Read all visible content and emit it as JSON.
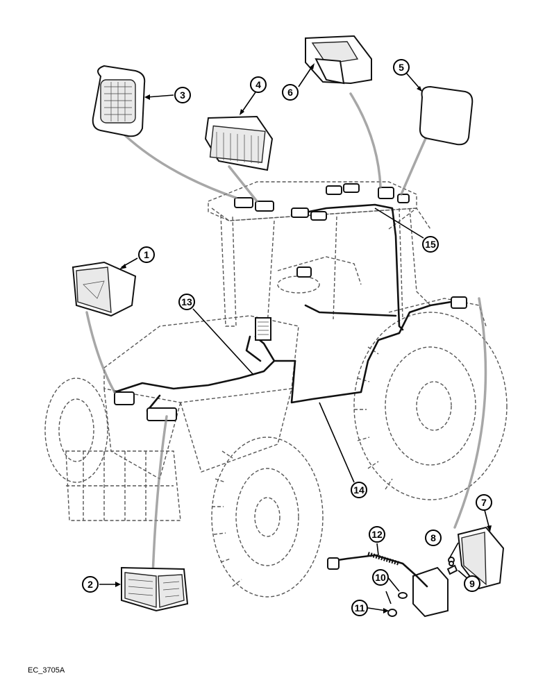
{
  "figure_code": "EC_3705A",
  "callouts": [
    {
      "id": "1",
      "label": "1"
    },
    {
      "id": "2",
      "label": "2"
    },
    {
      "id": "3",
      "label": "3"
    },
    {
      "id": "4",
      "label": "4"
    },
    {
      "id": "5",
      "label": "5"
    },
    {
      "id": "6",
      "label": "6"
    },
    {
      "id": "7",
      "label": "7"
    },
    {
      "id": "8",
      "label": "8"
    },
    {
      "id": "9",
      "label": "9"
    },
    {
      "id": "10",
      "label": "10"
    },
    {
      "id": "11",
      "label": "11"
    },
    {
      "id": "12",
      "label": "12"
    },
    {
      "id": "13",
      "label": "13"
    },
    {
      "id": "14",
      "label": "14"
    },
    {
      "id": "15",
      "label": "15"
    }
  ]
}
